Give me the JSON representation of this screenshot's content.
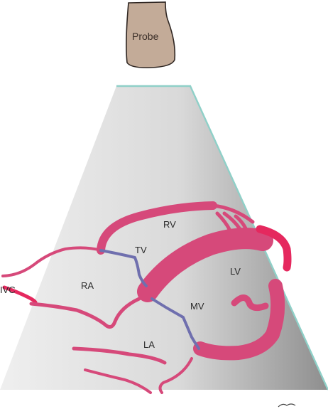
{
  "probe": {
    "label": "Probe"
  },
  "chambers": {
    "rv": "RV",
    "lv": "LV",
    "ra": "RA",
    "la": "LA"
  },
  "valves": {
    "tv": "TV",
    "mv": "MV"
  },
  "vessels": {
    "ivc": "IVC"
  },
  "colors": {
    "probe_fill": "#c3ab98",
    "sector_edge": "#8fd0c8",
    "wall": "#d6497a",
    "wall_bright": "#e5285e",
    "valve": "#6f6fae"
  }
}
